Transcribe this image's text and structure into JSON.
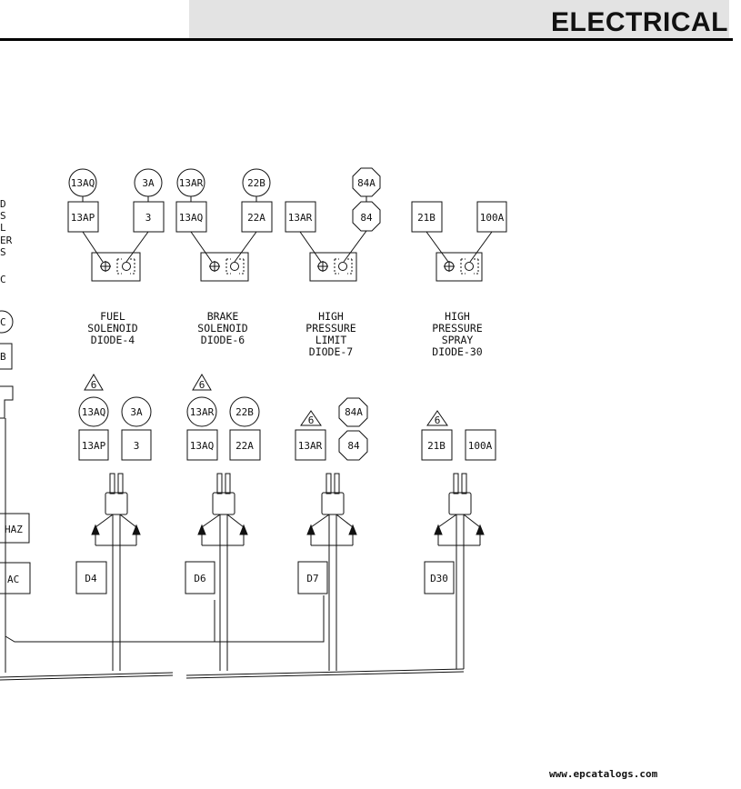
{
  "header": {
    "title": "ELECTRICAL"
  },
  "left_edge": {
    "partial_lines": [
      "D",
      "S",
      "L",
      "ER",
      "S",
      "C"
    ],
    "circle_partial": "C",
    "box_partial": "B",
    "boxes": [
      "HAZ",
      "AC"
    ]
  },
  "diodes": [
    {
      "caption": [
        "FUEL",
        "SOLENOID",
        "DIODE-4"
      ],
      "left_circle": "13AQ",
      "left_box": "13AP",
      "right_circle": "3A",
      "right_box": "3"
    },
    {
      "caption": [
        "BRAKE",
        "SOLENOID",
        "DIODE-6"
      ],
      "left_circle": "13AR",
      "left_box": "13AQ",
      "right_circle": "22B",
      "right_box": "22A"
    },
    {
      "caption": [
        "HIGH",
        "PRESSURE",
        "LIMIT",
        "DIODE-7"
      ],
      "left_circle": "",
      "left_box": "13AR",
      "right_circle": "84A",
      "right_box": "84"
    },
    {
      "caption": [
        "HIGH",
        "PRESSURE",
        "SPRAY",
        "DIODE-30"
      ],
      "left_circle": "",
      "left_box": "21B",
      "right_circle": "",
      "right_box": "100A"
    }
  ],
  "connectors": [
    {
      "triangle": "6",
      "left_circle": "13AQ",
      "left_box": "13AP",
      "right_circle": "3A",
      "right_box": "3",
      "label": "D4"
    },
    {
      "triangle": "6",
      "left_circle": "13AR",
      "left_box": "13AQ",
      "right_circle": "22B",
      "right_box": "22A",
      "label": "D6"
    },
    {
      "triangle": "6",
      "left_circle": "",
      "left_box": "13AR",
      "right_circle": "84A",
      "right_box": "84",
      "label": "D7"
    },
    {
      "triangle": "6",
      "left_circle": "",
      "left_box": "21B",
      "right_circle": "",
      "right_box": "100A",
      "label": "D30"
    }
  ],
  "footer": {
    "url": "www.epcatalogs.com"
  }
}
